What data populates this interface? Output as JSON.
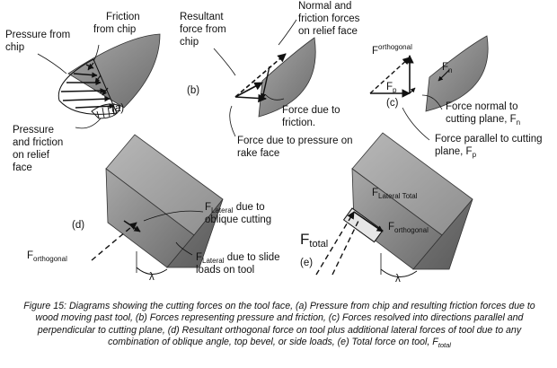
{
  "panel_a": {
    "tag": "(a)",
    "pressure_from_chip": [
      "Pressure from",
      "chip"
    ],
    "friction_from_chip": [
      "Friction",
      "from chip"
    ],
    "pressure_friction_relief": [
      "Pressure",
      "and friction",
      "on relief",
      "face"
    ]
  },
  "panel_b": {
    "tag": "(b)",
    "resultant_force": [
      "Resultant",
      "force from",
      "chip"
    ],
    "normal_friction_relief": [
      "Normal and",
      "friction forces",
      "on relief face"
    ],
    "force_due_friction": [
      "Force due to",
      "friction."
    ],
    "force_due_pressure": [
      "Force due to pressure on",
      "rake face"
    ]
  },
  "panel_c": {
    "tag": "(c)",
    "f_orthogonal_base": "F",
    "f_orthogonal_sub": "orthogonal",
    "fn_base": "F",
    "fn_sub": "n",
    "fp_base": "F",
    "fp_sub": "p",
    "force_normal": [
      "Force normal to",
      "cutting plane, F"
    ],
    "force_normal_sub": "n",
    "force_parallel": [
      "Force parallel to cutting",
      "plane, F"
    ],
    "force_parallel_sub": "p"
  },
  "panel_d": {
    "tag": "(d)",
    "f_lateral_base": "F",
    "f_lateral_sub": "Lateral",
    "f_lateral_oblique_tail": " due to",
    "oblique_cutting": "oblique cutting",
    "f_orthogonal_base": "F",
    "f_orthogonal_sub": "orthogonal",
    "f_lateral_slide_base": "F",
    "f_lateral_slide_sub": "Lateral",
    "slide_tail": " due to slide",
    "slide_line2": "loads on tool",
    "lambda": "λ"
  },
  "panel_e": {
    "tag": "(e)",
    "f_total_base": "F",
    "f_total_sub": "total",
    "f_lateral_total_base": "F",
    "f_lateral_total_sub": "Lateral Total",
    "f_orthogonal_base": "F",
    "f_orthogonal_sub": "orthogonal",
    "lambda": "λ"
  },
  "caption": {
    "main": "Figure 15: Diagrams showing the cutting forces on the tool face, (a) Pressure from chip and resulting friction forces due to wood moving past tool, (b) Forces representing pressure and friction, (c) Forces resolved into directions parallel and perpendicular to cutting plane, (d) Resultant orthogonal force on tool plus additional lateral forces of tool due to any combination of oblique angle, top bevel, or side loads, (e) Total force on tool, F",
    "sub": "total"
  }
}
